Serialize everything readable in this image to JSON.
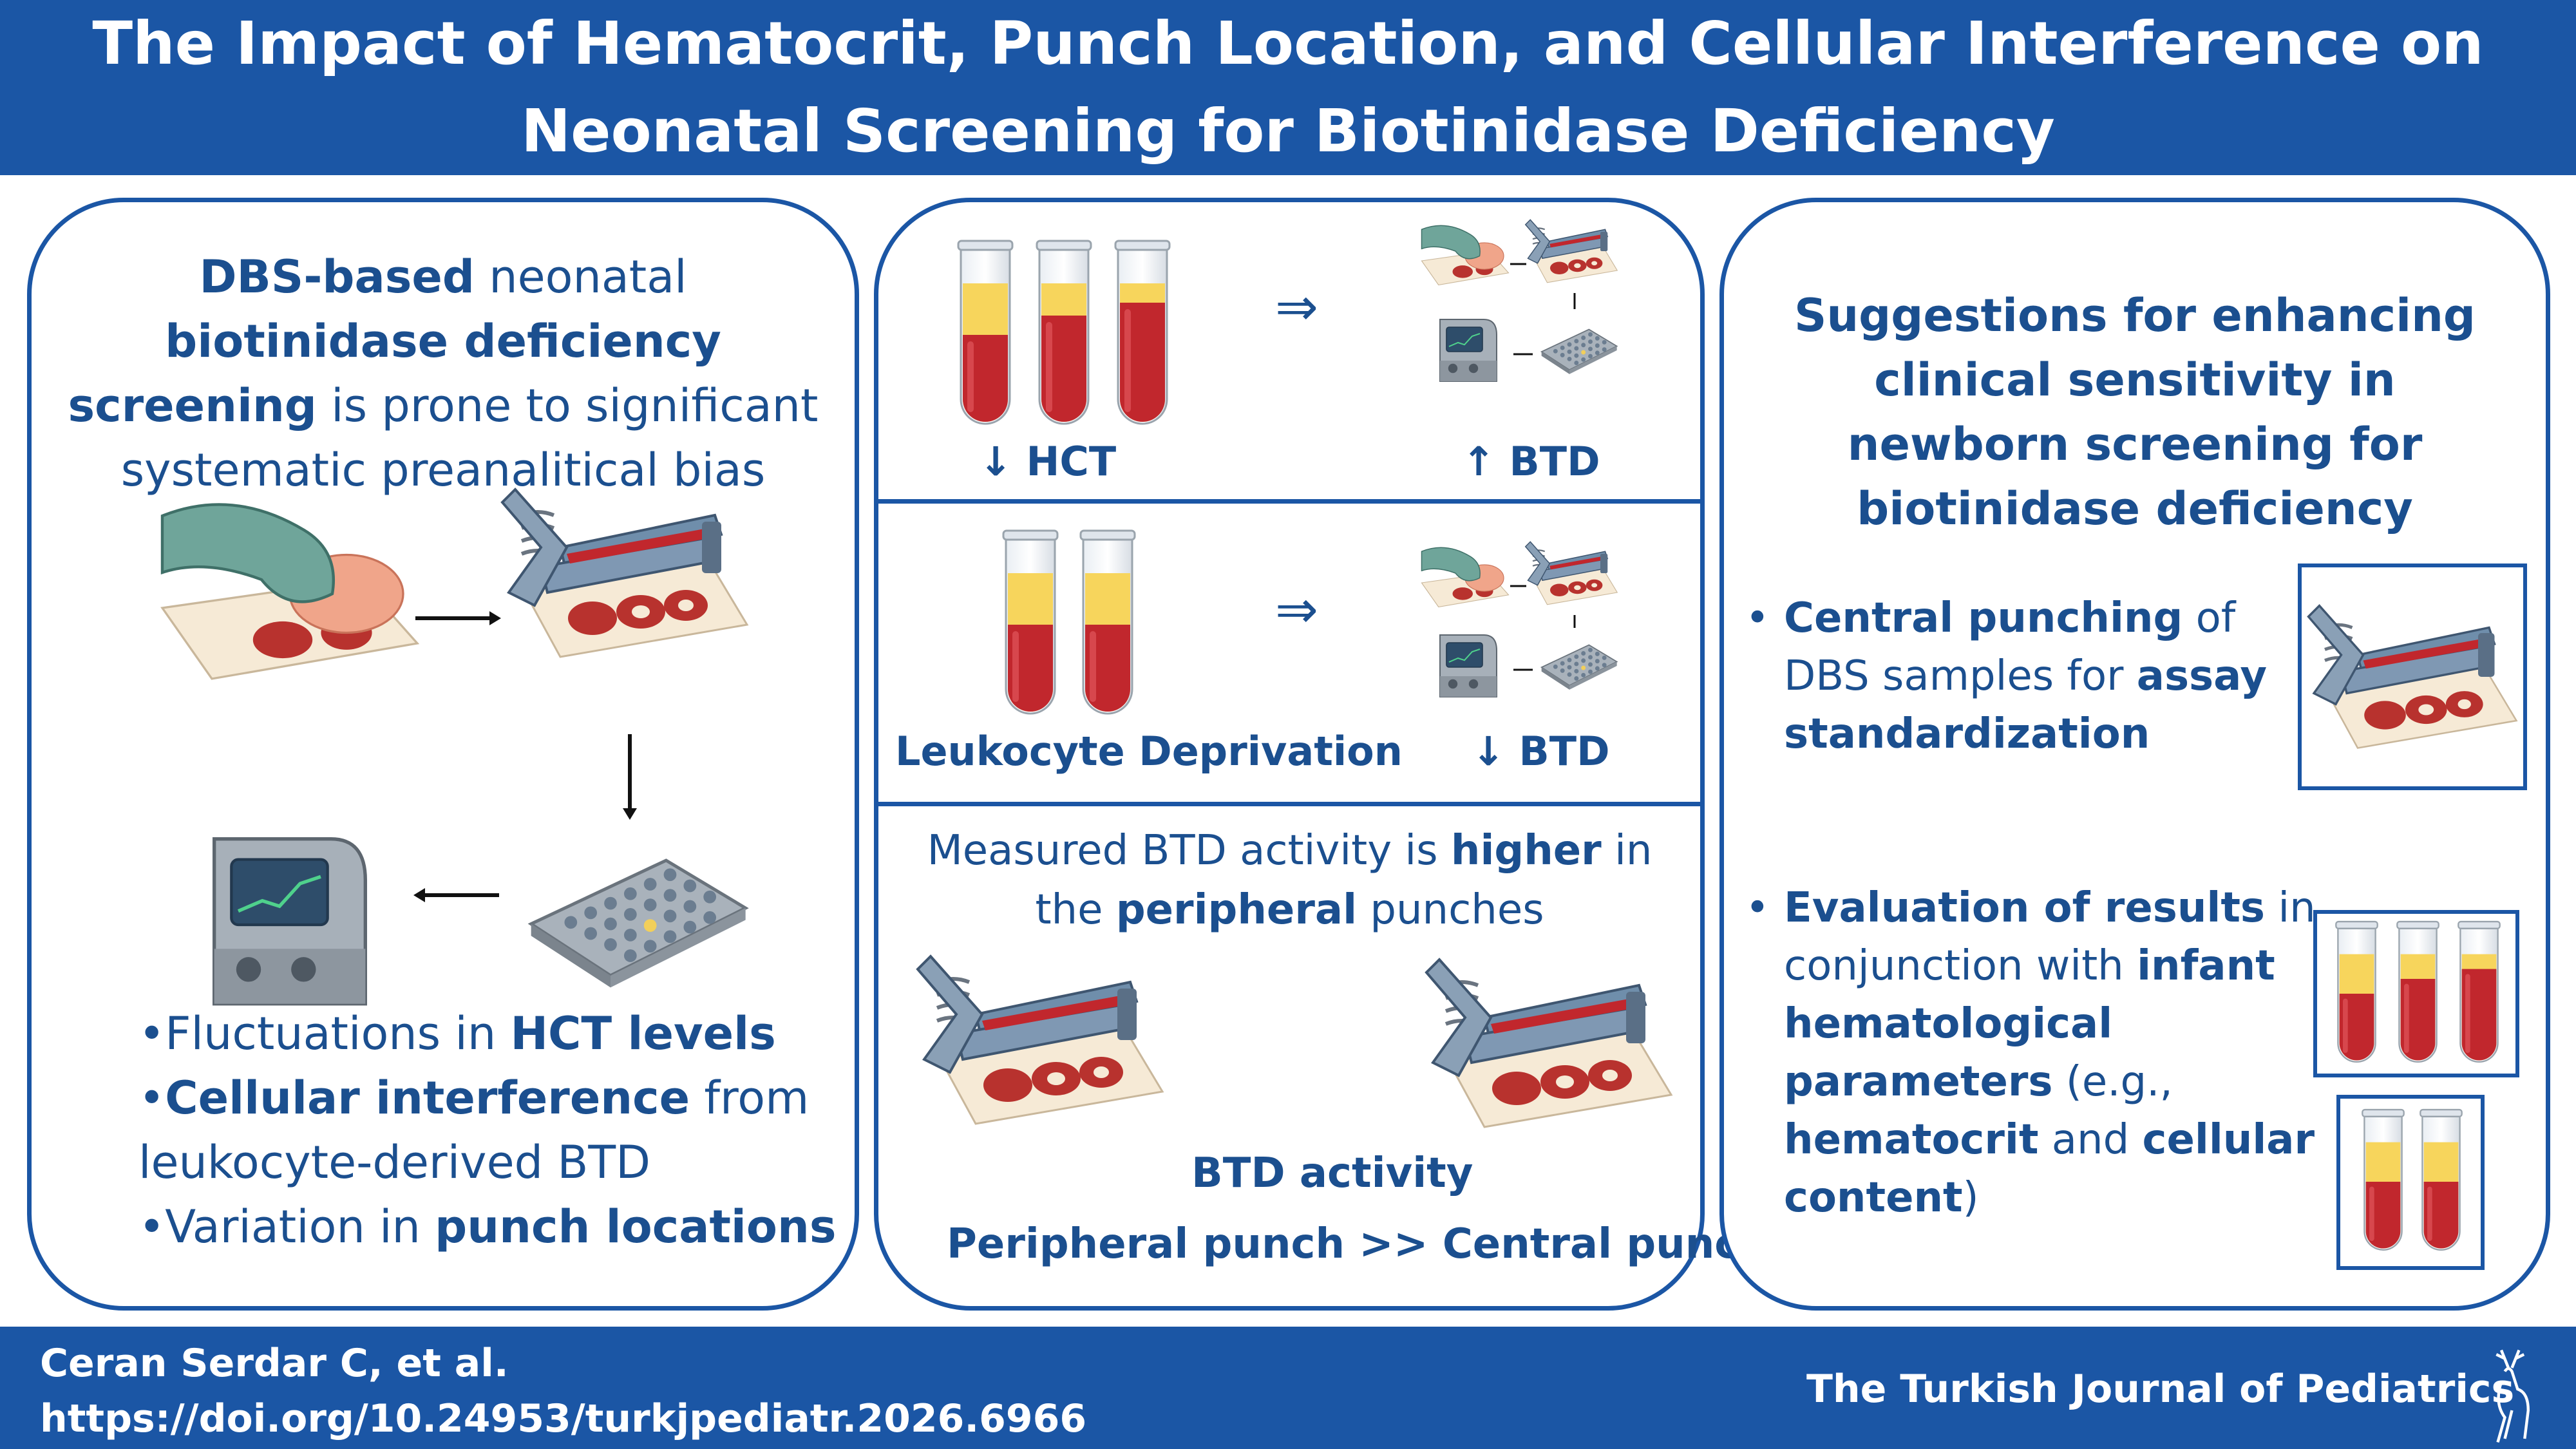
{
  "header": {
    "title_line1": "The Impact of Hematocrit, Punch Location, and Cellular Interference on",
    "title_line2": "Neonatal Screening for Biotinidase Deficiency"
  },
  "left": {
    "intro_b1": "DBS-based",
    "intro_t1": " neonatal ",
    "intro_b2": "biotinidase deficiency screening",
    "intro_t2": " is prone to significant systematic preanalitical bias",
    "bullets": [
      {
        "pre": "•Fluctuations in ",
        "bold": "HCT levels",
        "post": ""
      },
      {
        "pre": "•",
        "bold": "Cellular interference",
        "post": " from leukocyte-derived BTD"
      },
      {
        "pre": "•Variation in ",
        "bold": "punch locations",
        "post": ""
      }
    ]
  },
  "middle": {
    "row1_left": "↓ HCT",
    "row1_right": "↑ BTD",
    "row2_left": "Leukocyte Deprivation",
    "row2_right": "↓ BTD",
    "implies": "⇒",
    "row3_t1": "Measured BTD activity is ",
    "row3_b1": "higher",
    "row3_t2": " in the ",
    "row3_b2": "peripheral",
    "row3_t3": " punches",
    "row3_label": "BTD activity",
    "row3_compare": "Peripheral punch >> Central punch"
  },
  "right": {
    "heading": "Suggestions for enhancing clinical sensitivity in newborn screening for biotinidase deficiency",
    "s1_b1": "Central punching",
    "s1_t1": " of DBS samples for ",
    "s1_b2": "assay standardization",
    "s2_b1": "Evaluation of results",
    "s2_t1": " in conjunction with ",
    "s2_b2": "infant hematological parameters",
    "s2_t2": " (e.g., ",
    "s2_b3": "hematocrit",
    "s2_t3": " and ",
    "s2_b4": "cellular content",
    "s2_t4": ")"
  },
  "footer": {
    "author": "Ceran Serdar C, et al.",
    "doi": "https://doi.org/10.24953/turkjpediatr.2026.6966",
    "journal": "The Turkish Journal of Pediatrics"
  },
  "colors": {
    "brand": "#1b56a5",
    "text": "#1b4f8f",
    "blood": "#c1272d",
    "plasma": "#f7d55c"
  }
}
